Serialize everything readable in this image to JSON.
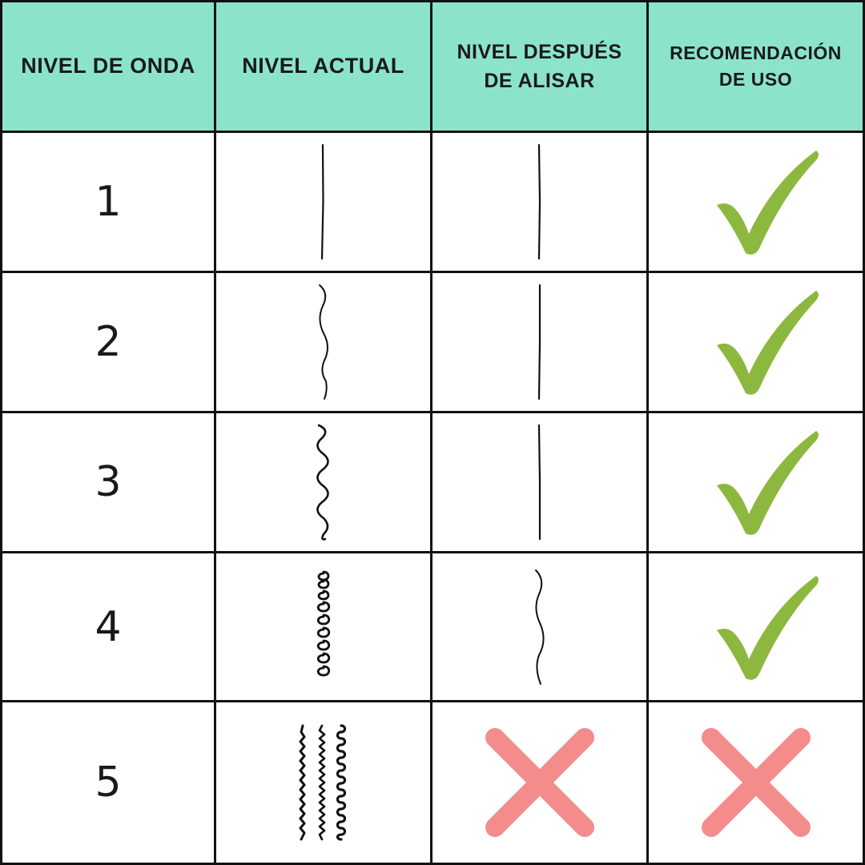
{
  "colors": {
    "header_bg": "#8ce3cb",
    "check": "#8db83f",
    "cross": "#f48c8c",
    "line": "#111111"
  },
  "table": {
    "headers": [
      {
        "label": "NIVEL DE ONDA"
      },
      {
        "label": "NIVEL ACTUAL"
      },
      {
        "label": "NIVEL DESPUÉS\nDE ALISAR"
      },
      {
        "label": "RECOMENDACIÓN\nDE USO"
      }
    ],
    "rows": [
      {
        "level": "1",
        "current": "straight-line-icon",
        "after": "straight-line-icon",
        "recommendation": "check-icon"
      },
      {
        "level": "2",
        "current": "slight-wave-icon",
        "after": "straight-line-icon",
        "recommendation": "check-icon"
      },
      {
        "level": "3",
        "current": "wave-icon",
        "after": "straight-line-icon",
        "recommendation": "check-icon"
      },
      {
        "level": "4",
        "current": "curl-icon",
        "after": "slight-wave-icon",
        "recommendation": "check-icon"
      },
      {
        "level": "5",
        "current": "coily-icon",
        "after": "cross-icon",
        "recommendation": "cross-icon"
      }
    ]
  }
}
